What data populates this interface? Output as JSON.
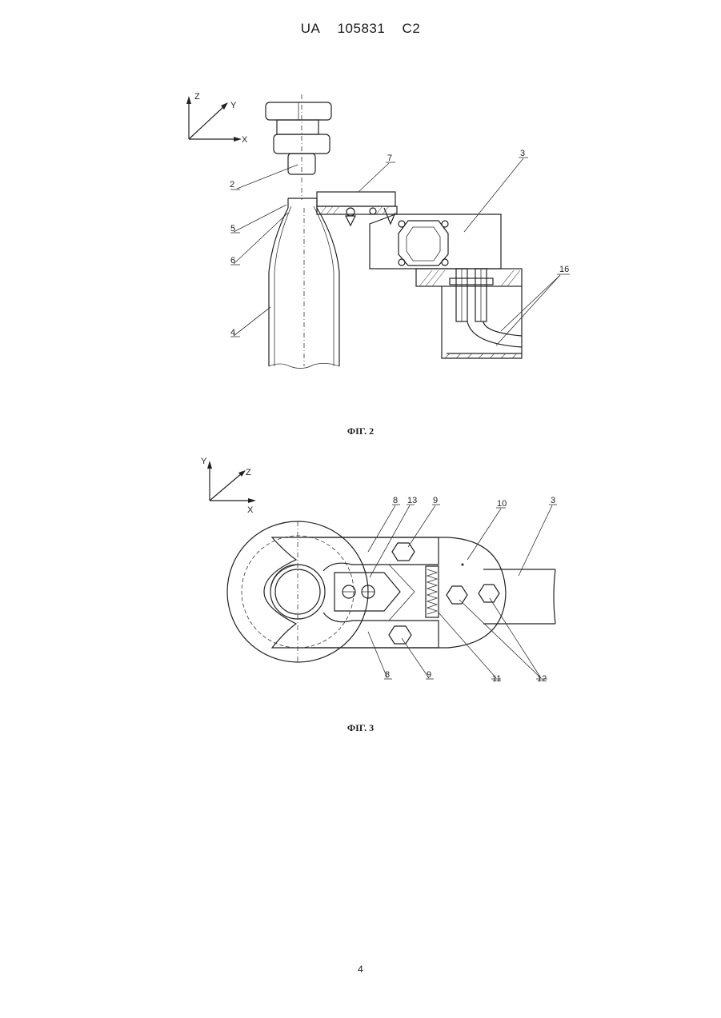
{
  "header": {
    "country": "UA",
    "number": "105831",
    "kind": "C2"
  },
  "fig2": {
    "caption": "ФІГ. 2",
    "axes": {
      "z": "Z",
      "y": "Y",
      "x": "X"
    },
    "labels": {
      "l2": "2",
      "l3": "3",
      "l4": "4",
      "l5": "5",
      "l6": "6",
      "l7": "7",
      "l16": "16"
    }
  },
  "fig3": {
    "caption": "ФІГ. 3",
    "axes": {
      "y": "Y",
      "z": "Z",
      "x": "X"
    },
    "labels": {
      "l8a": "8",
      "l13": "13",
      "l9a": "9",
      "l10": "10",
      "l3": "3",
      "l8b": "8",
      "l9b": "9",
      "l11": "11",
      "l12": "12"
    }
  },
  "page_number": "4"
}
